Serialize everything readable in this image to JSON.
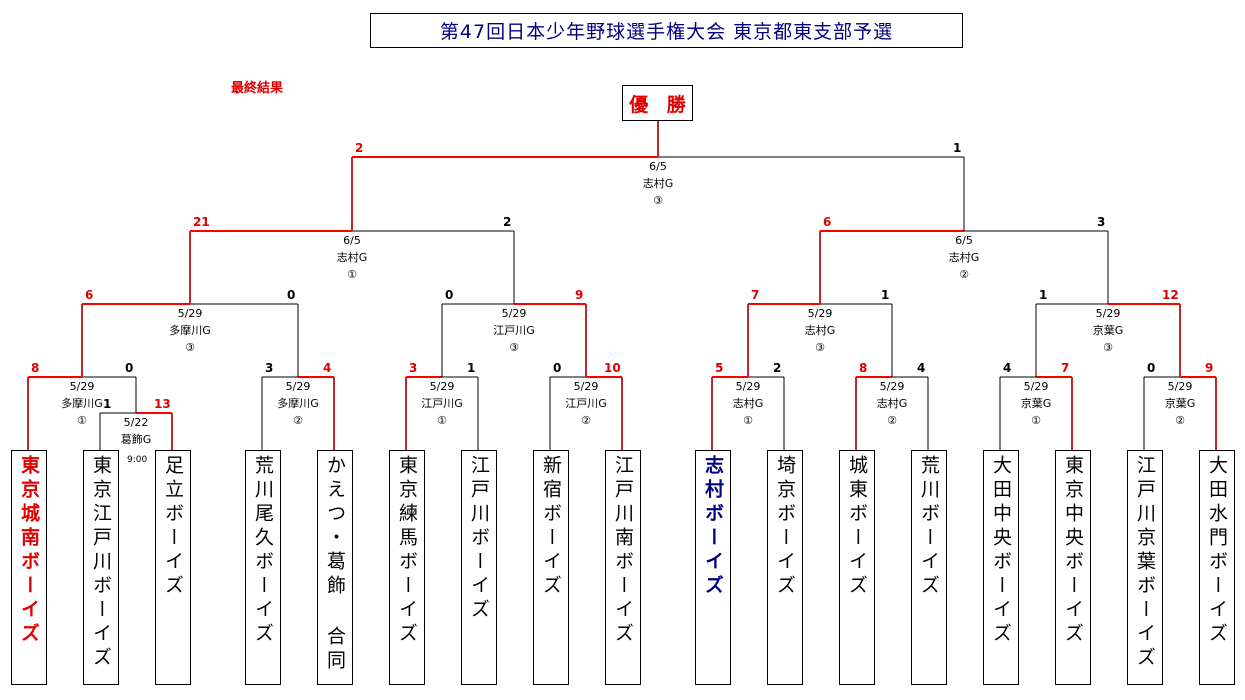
{
  "title": "第47回日本少年野球選手権大会 東京都東支部予選",
  "status_label": "最終結果",
  "winner_label": "優 勝",
  "colors": {
    "win_line": "#ff0000",
    "win_vline": "#c0282d",
    "line": "#000000",
    "champion": "#e00000",
    "highlight": "#000080"
  },
  "teams": [
    {
      "name": "東京城南ボーイズ",
      "style": "champ"
    },
    {
      "name": "東京江戸川ボーイズ",
      "style": ""
    },
    {
      "name": "足立ボーイズ",
      "style": ""
    },
    {
      "name": "荒川尾久ボーイズ",
      "style": ""
    },
    {
      "name": "かえつ・葛飾 合同",
      "style": ""
    },
    {
      "name": "東京練馬ボーイズ",
      "style": ""
    },
    {
      "name": "江戸川ボーイズ",
      "style": ""
    },
    {
      "name": "新宿ボーイズ",
      "style": ""
    },
    {
      "name": "江戸川南ボーイズ",
      "style": ""
    },
    {
      "name": "志村ボーイズ",
      "style": "blue"
    },
    {
      "name": "埼京ボーイズ",
      "style": ""
    },
    {
      "name": "城東ボーイズ",
      "style": ""
    },
    {
      "name": "荒川ボーイズ",
      "style": ""
    },
    {
      "name": "大田中央ボーイズ",
      "style": ""
    },
    {
      "name": "東京中央ボーイズ",
      "style": ""
    },
    {
      "name": "江戸川京葉ボーイズ",
      "style": ""
    },
    {
      "name": "大田水門ボーイズ",
      "style": ""
    }
  ],
  "matches": [
    {
      "id": "pre",
      "date": "5/22",
      "venue": "葛飾G",
      "game": "",
      "time": "9:00",
      "score_left": "1",
      "score_right": "13",
      "winner": "right"
    },
    {
      "id": "r1a",
      "date": "5/29",
      "venue": "多摩川G",
      "game": "①",
      "score_left": "8",
      "score_right": "0",
      "winner": "left"
    },
    {
      "id": "r1b",
      "date": "5/29",
      "venue": "多摩川G",
      "game": "②",
      "score_left": "3",
      "score_right": "4",
      "winner": "right"
    },
    {
      "id": "r1c",
      "date": "5/29",
      "venue": "江戸川G",
      "game": "①",
      "score_left": "3",
      "score_right": "1",
      "winner": "left"
    },
    {
      "id": "r1d",
      "date": "5/29",
      "venue": "江戸川G",
      "game": "②",
      "score_left": "0",
      "score_right": "10",
      "winner": "right"
    },
    {
      "id": "r1e",
      "date": "5/29",
      "venue": "志村G",
      "game": "①",
      "score_left": "5",
      "score_right": "2",
      "winner": "left"
    },
    {
      "id": "r1f",
      "date": "5/29",
      "venue": "志村G",
      "game": "②",
      "score_left": "8",
      "score_right": "4",
      "winner": "left"
    },
    {
      "id": "r1g",
      "date": "5/29",
      "venue": "京葉G",
      "game": "①",
      "score_left": "4",
      "score_right": "7",
      "winner": "right"
    },
    {
      "id": "r1h",
      "date": "5/29",
      "venue": "京葉G",
      "game": "②",
      "score_left": "0",
      "score_right": "9",
      "winner": "right"
    },
    {
      "id": "qf1",
      "date": "5/29",
      "venue": "多摩川G",
      "game": "③",
      "score_left": "6",
      "score_right": "0",
      "winner": "left"
    },
    {
      "id": "qf2",
      "date": "5/29",
      "venue": "江戸川G",
      "game": "③",
      "score_left": "0",
      "score_right": "9",
      "winner": "right"
    },
    {
      "id": "qf3",
      "date": "5/29",
      "venue": "志村G",
      "game": "③",
      "score_left": "7",
      "score_right": "1",
      "winner": "left"
    },
    {
      "id": "qf4",
      "date": "5/29",
      "venue": "京葉G",
      "game": "③",
      "score_left": "1",
      "score_right": "12",
      "winner": "right"
    },
    {
      "id": "sf1",
      "date": "6/5",
      "venue": "志村G",
      "game": "①",
      "score_left": "21",
      "score_right": "2",
      "winner": "left"
    },
    {
      "id": "sf2",
      "date": "6/5",
      "venue": "志村G",
      "game": "②",
      "score_left": "6",
      "score_right": "3",
      "winner": "left"
    },
    {
      "id": "final",
      "date": "6/5",
      "venue": "志村G",
      "game": "③",
      "score_left": "2",
      "score_right": "1",
      "winner": "left"
    }
  ]
}
